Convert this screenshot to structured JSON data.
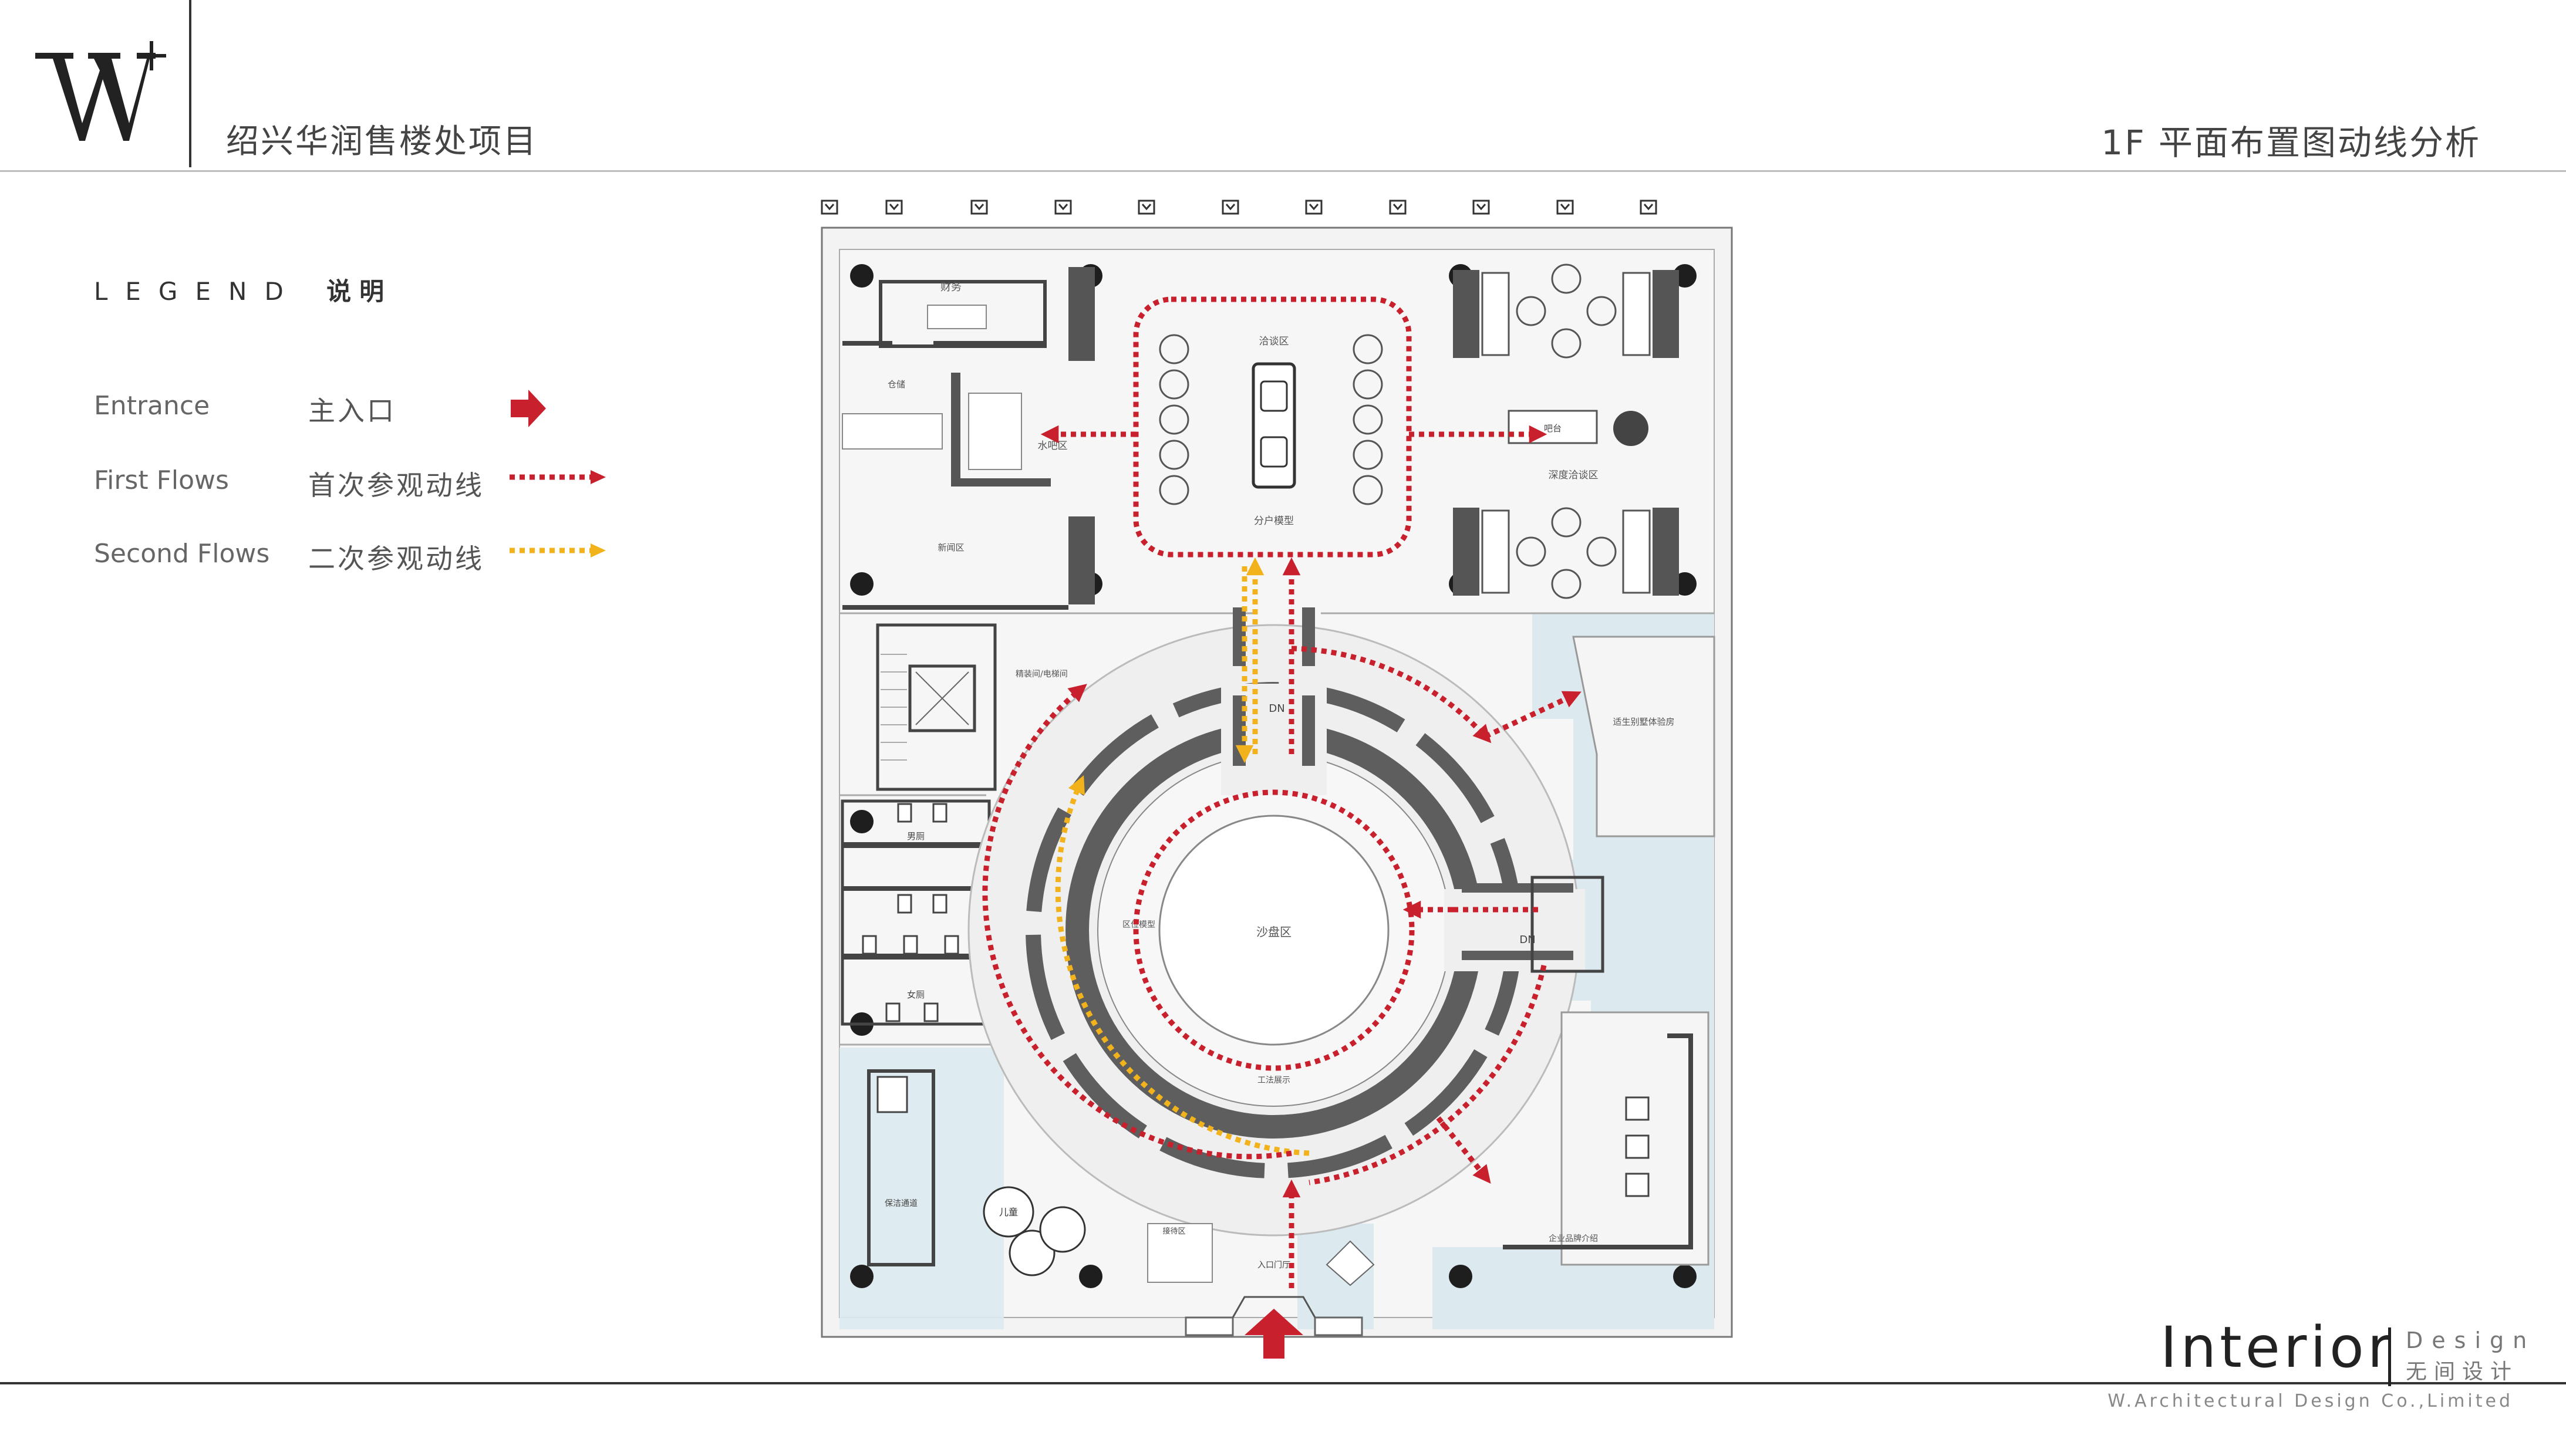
{
  "header": {
    "project_title": "绍兴华润售楼处项目",
    "sheet_title": "1F  平面布置图动线分析"
  },
  "legend": {
    "heading_en": "LEGEND",
    "heading_cn": "说明",
    "items": [
      {
        "en": "Entrance",
        "cn": "主入口",
        "symbol": "red-arrow-icon"
      },
      {
        "en": "First Flows",
        "cn": "首次参观动线",
        "symbol": "red-dotted-arrow"
      },
      {
        "en": "Second Flows",
        "cn": "二次参观动线",
        "symbol": "yellow-dotted-arrow"
      }
    ]
  },
  "plan": {
    "rooms": {
      "finance": "财务",
      "storage": "仓储",
      "water_bar": "水吧区",
      "office": "新闻区",
      "negotiation": "洽谈区",
      "unit_model": "分户模型",
      "reception_desk": "吧台",
      "deep_negotiation": "深度洽谈区",
      "partition": "精装间/电梯间",
      "villa_experience": "适生别墅体验房",
      "restroom_male": "男厕",
      "restroom_female": "女厕",
      "regional_model": "区位模型",
      "sand_table": "沙盘区",
      "walkway": "工法展示",
      "cleaning": "保洁通道",
      "kids_area": "儿童",
      "guest_reception": "接待区",
      "entrance_hall": "入口门厅",
      "brand_intro": "企业品牌介绍",
      "dn1": "DN",
      "dn2": "DN"
    }
  },
  "footer": {
    "brand": "Interior",
    "brand_sub_en": "Design",
    "brand_sub_cn": "无间设计",
    "company": "W.Architectural Design Co.,Limited"
  },
  "colors": {
    "first_flow": "#c8202c",
    "second_flow": "#f2b21c",
    "entrance": "#c8202c",
    "wall_dark": "#5e5e5e",
    "water": "#dceaef"
  }
}
